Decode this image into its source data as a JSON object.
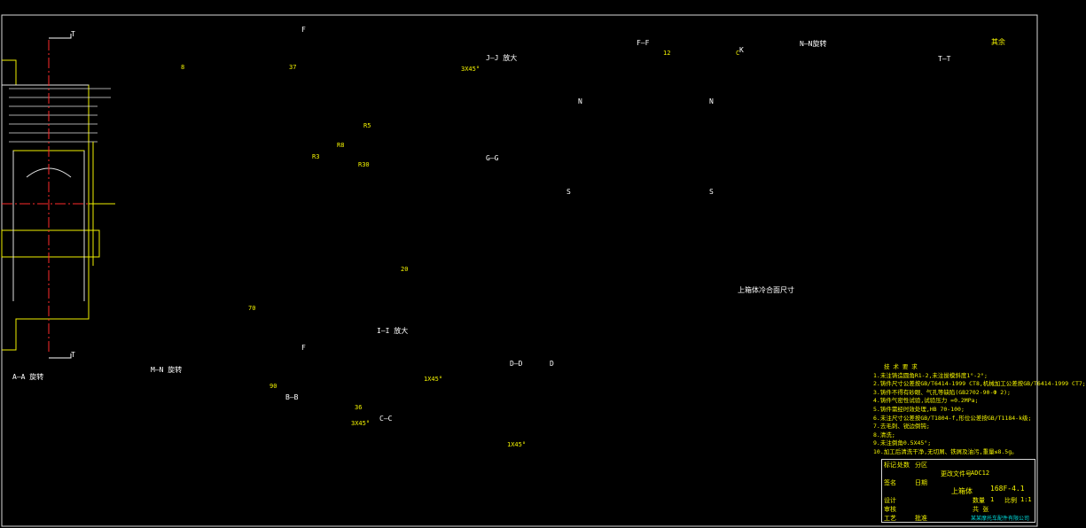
{
  "sheet": {
    "top_right_code": " ",
    "stamp": "其余"
  },
  "section_marks": {
    "t_top": "T",
    "t_bottom": "T",
    "f_top": "F",
    "f_bottom": "F",
    "n_left": "N",
    "n_right": "N",
    "s_left": "S",
    "s_right": "S",
    "k_mark": "K",
    "d_mark": "D"
  },
  "view_titles": {
    "jj": "J—J 放大",
    "gg": "G—G",
    "ff": "F—F",
    "nn_top": "N—N旋转",
    "tt": "T—T",
    "aa": "A—A 旋转",
    "nn_bottom": "M—N 旋转",
    "bb": "B—B",
    "cc": "C—C",
    "dd": "D—D",
    "ii": "I—I 放大",
    "bore_title": "上箱体冷合面尺寸"
  },
  "dimensions": {
    "d1": "3X45°",
    "d2": "R5",
    "d3": "8",
    "d4": "37",
    "d5": "R8",
    "d6": "R30",
    "d7": "70",
    "d8": "1X45°",
    "d9": "3X45°",
    "d10": "1X45°",
    "d11": "C",
    "d12": "R3",
    "d13": "12",
    "d14": "20",
    "d15": "90",
    "d16": "36"
  },
  "tech_notes": {
    "heading": "技 术 要 求",
    "lines": [
      "1.未注铸造圆角R1-2,未注拔模斜度1°-2°;",
      "2.铸件尺寸公差按GB/T6414-1999 CT8,机械加工公差按GB/T6414-1999 CT7;",
      "3.铸件不得有砂眼、气孔等缺陷(GB2702-90-Ф 2);",
      "4.铸件气密性试验,试验压力 =0.2MPa;",
      "5.铸件需经时效处理,HB 70-100;",
      "6.未注尺寸公差按GB/T1804-f,形位公差按GB/T1184-k级;",
      "7.去毛刺、锐边倒钝;",
      "8.清洗;",
      "9.未注倒角0.5X45°;",
      "10.加工后清洗干净,无切屑、铁屑及油污,重量≤8.5g。"
    ]
  },
  "title_block": {
    "part_name": "上箱体",
    "drawing_no": "168F-4.1",
    "scale_label": "比例",
    "scale": "1:1",
    "qty_label": "数量",
    "qty": "1",
    "sheet_label": "共 张",
    "material": "ADC12",
    "company": "某某摩托车配件有限公司",
    "row_labels": [
      "标记",
      "处数",
      "分区",
      "更改文件号",
      "签名",
      "日期"
    ],
    "roles": [
      "设计",
      "审核",
      "工艺",
      "批准"
    ]
  },
  "colors": {
    "outline": "#f0f000",
    "thin": "#e0e0e0",
    "center": "#ff2a2a",
    "hatch": "#f0f000",
    "dim": "#f4f400",
    "accent": "#00d8d8"
  }
}
